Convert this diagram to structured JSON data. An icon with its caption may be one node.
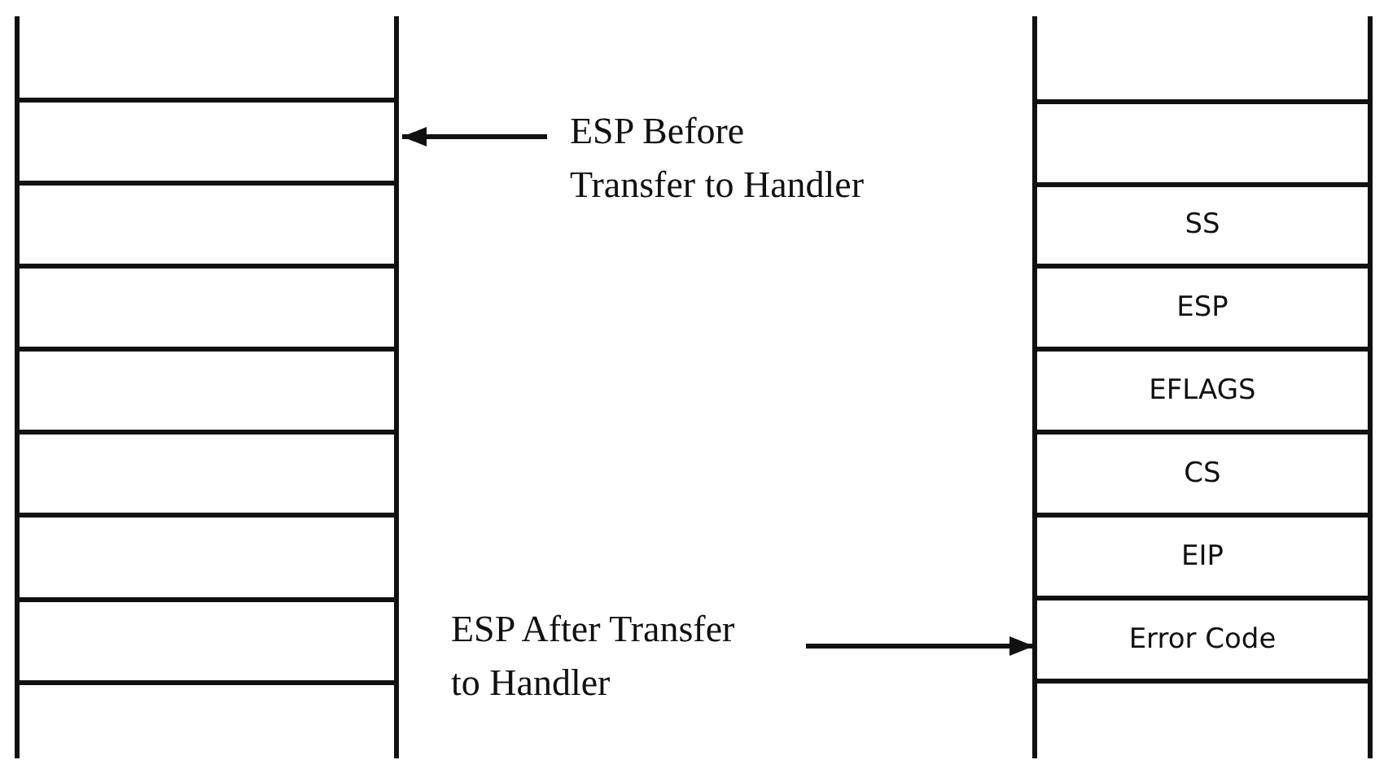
{
  "diagram": {
    "nodes": [
      {
        "text": [],
        "shape": "box"
      },
      {
        "text": [
          "ESP Before Transfer to Handler"
        ]
      },
      {
        "text": [
          "ESP After Transfer to Handler"
        ]
      },
      {
        "text": [],
        "shape": "box"
      },
      {
        "text": [
          "SS"
        ],
        "in": 3
      },
      {
        "text": [
          "ESP"
        ],
        "in": 3
      },
      {
        "text": [
          "EFLAGS"
        ],
        "in": 3
      },
      {
        "text": [
          "CS"
        ],
        "in": 3
      },
      {
        "text": [
          "EIP"
        ],
        "in": 3
      },
      {
        "text": [
          "Error Code"
        ],
        "in": 3
      }
    ],
    "edges": [
      {
        "from": 1,
        "to": 0,
        "arrow": "to"
      },
      {
        "from": 2,
        "to": 9,
        "arrow": "to"
      }
    ]
  }
}
